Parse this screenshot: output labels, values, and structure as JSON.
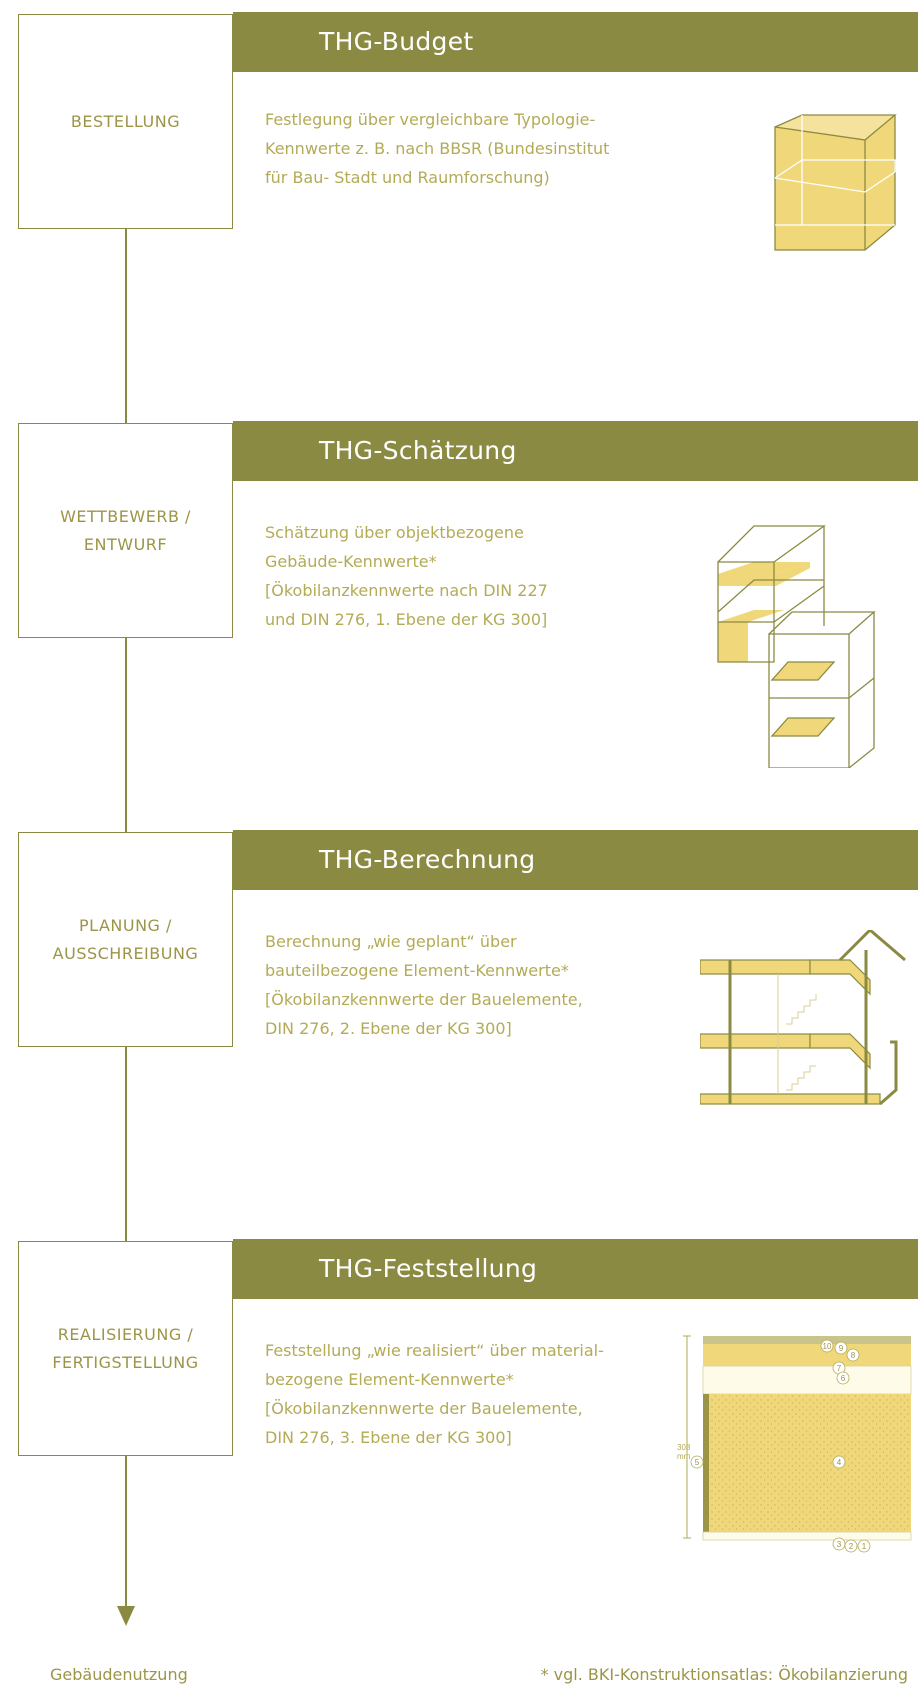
{
  "colors": {
    "accent": "#8b8a43",
    "fill": "#efd77a",
    "text": "#9c9548",
    "desc": "#b3ab56"
  },
  "stages": [
    {
      "label": "BESTELLUNG",
      "title": "THG-Budget",
      "desc": "Festlegung über vergleichbare Typologie-\nKennwerte z. B. nach BBSR (Bundesinstitut\nfür Bau- Stadt und Raumforschung)"
    },
    {
      "label": "WETTBEWERB /\nENTWURF",
      "title": "THG-Schätzung",
      "desc": "Schätzung über objektbezogene\nGebäude-Kennwerte*\n[Ökobilanzkennwerte nach DIN 227\nund DIN 276, 1. Ebene der KG 300]"
    },
    {
      "label": "PLANUNG /\nAUSSCHREIBUNG",
      "title": "THG-Berechnung",
      "desc": "Berechnung „wie geplant“ über\nbauteilbezogene Element-Kennwerte*\n[Ökobilanzkennwerte der Bauelemente,\nDIN 276, 2. Ebene der KG 300]"
    },
    {
      "label": "REALISIERUNG /\nFERTIGSTELLUNG",
      "title": "THG-Feststellung",
      "desc": "Feststellung „wie realisiert“ über material-\nbezogene Element-Kennwerte*\n[Ökobilanzkennwerte der Bauelemente,\nDIN 276, 3. Ebene der KG 300]"
    }
  ],
  "wall_section": {
    "thickness": "303",
    "unit": "mm",
    "layers": [
      "1",
      "2",
      "3",
      "4",
      "5",
      "6",
      "7",
      "8",
      "9",
      "10"
    ]
  },
  "footer": {
    "left": "Gebäudenutzung",
    "right": "* vgl. BKI-Konstruktionsatlas: Ökobilanzierung"
  }
}
